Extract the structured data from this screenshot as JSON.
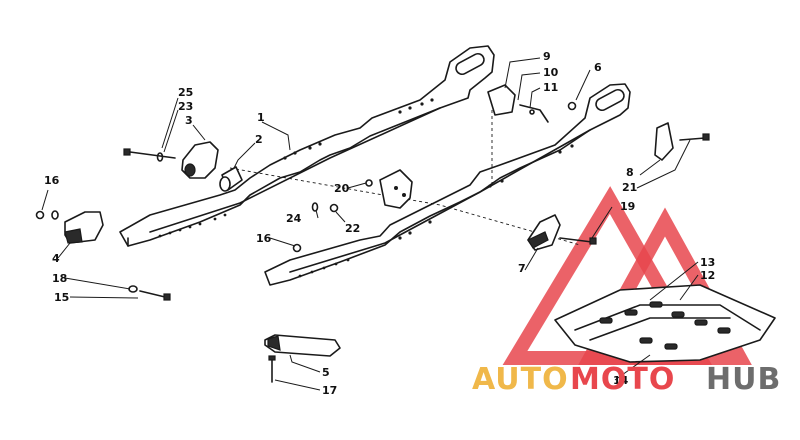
{
  "diagram": {
    "callouts": {
      "c1": "1",
      "c2": "2",
      "c3": "3",
      "c4": "4",
      "c5": "5",
      "c6": "6",
      "c7": "7",
      "c8": "8",
      "c9": "9",
      "c10": "10",
      "c11": "11",
      "c12": "12",
      "c13": "13",
      "c14": "14",
      "c15": "15",
      "c16a": "16",
      "c16b": "16",
      "c17": "17",
      "c18": "18",
      "c19": "19",
      "c20": "20",
      "c21": "21",
      "c22": "22",
      "c23": "23",
      "c24": "24",
      "c25": "25"
    }
  },
  "watermark": {
    "word_auto": "AUTO",
    "word_moto": "MOTO",
    "word_hub": "HUB",
    "color_auto": "#f0b84a",
    "color_moto": "#e8474d",
    "color_hub": "#6d6d6d"
  }
}
